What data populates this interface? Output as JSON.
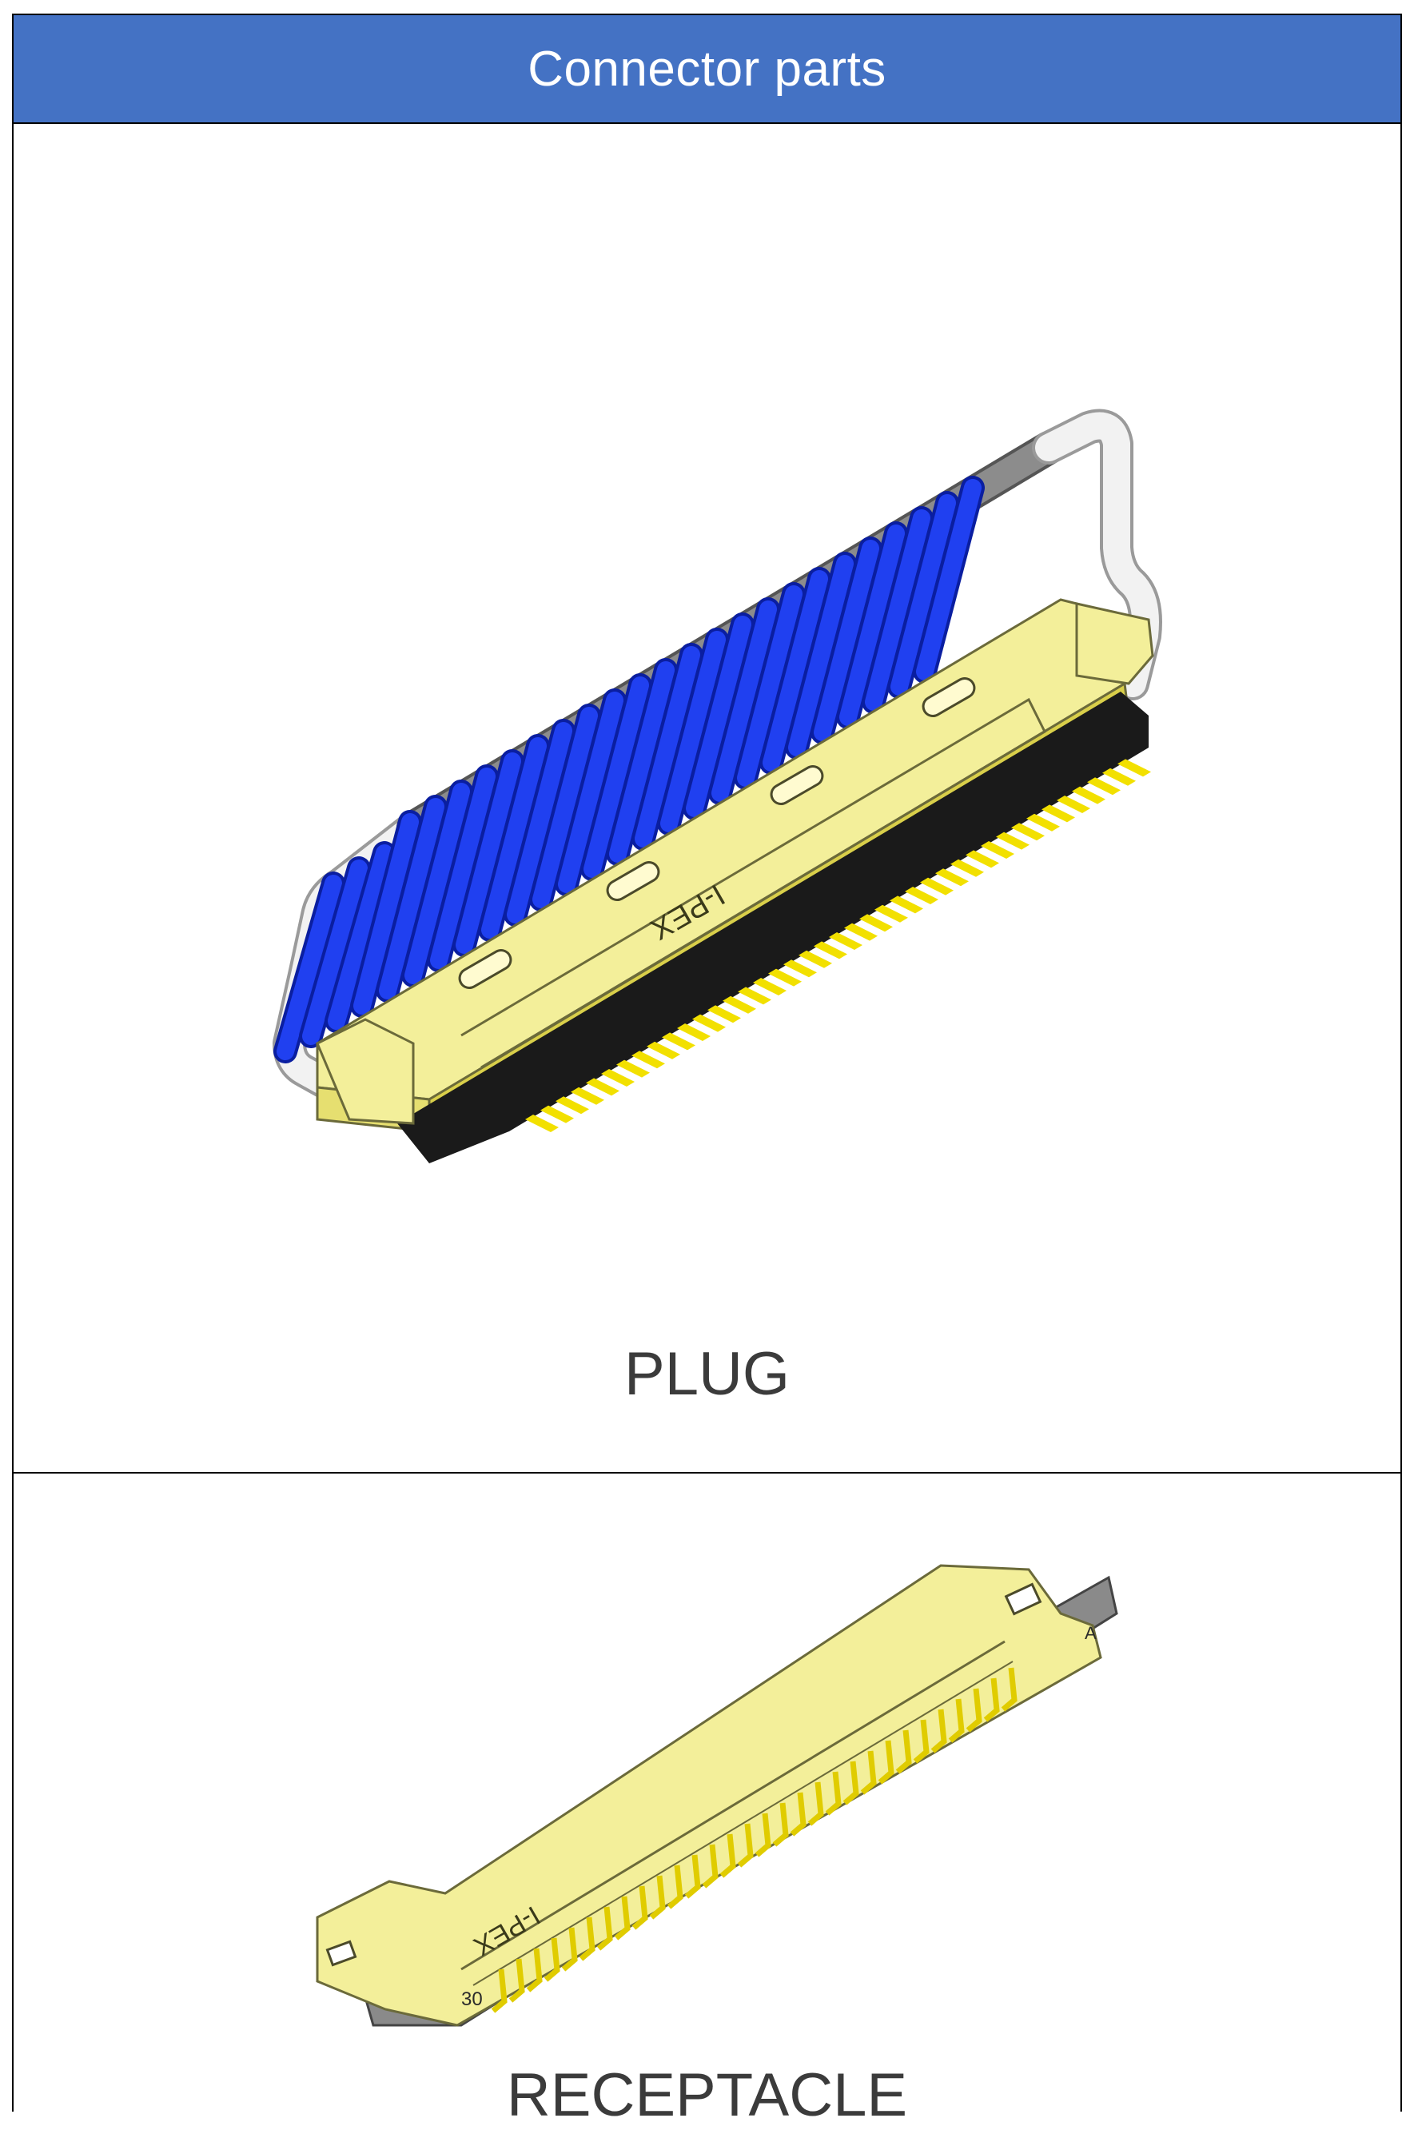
{
  "header": {
    "title": "Connector parts"
  },
  "plug": {
    "caption": "PLUG",
    "marking": "I-PEX"
  },
  "receptacle": {
    "caption": "RECEPTACLE",
    "marking": "I-PEX",
    "pin_label": "30",
    "pin_label_a": "A"
  },
  "colors": {
    "header_bg": "#4472c4",
    "housing_yellow": "#f3ef9a",
    "contact_yellow": "#f2e000",
    "cable_blue": "#1530e0",
    "bar_gray": "#7a7a7a",
    "body_black": "#1a1a1a"
  }
}
